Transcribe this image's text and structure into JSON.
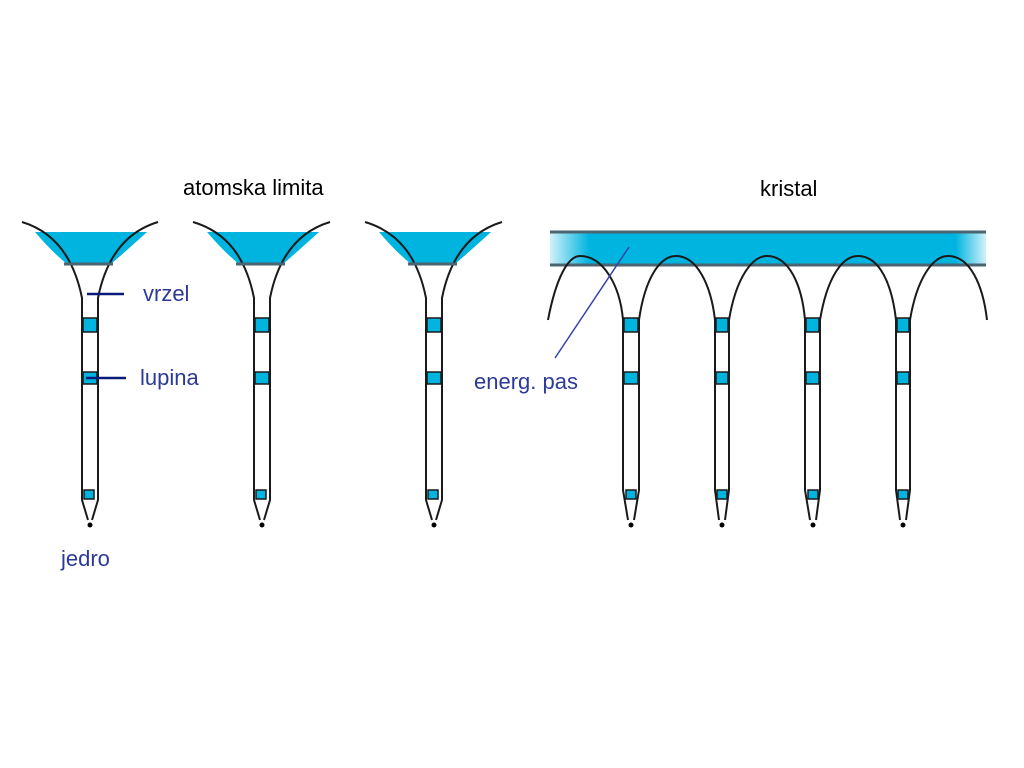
{
  "titles": {
    "left": "atomska limita",
    "right": "kristal"
  },
  "labels": {
    "vrzel": "vrzel",
    "lupina": "lupina",
    "jedro": "jedro",
    "band": "energ. pas"
  },
  "colors": {
    "band_fill": "#00b4e0",
    "band_fill_light": "#c8eef8",
    "outline": "#1a1a1a",
    "band_edge": "#4a6470",
    "annotation": "#2b3a99",
    "pointer": "#0a1a7a"
  }
}
